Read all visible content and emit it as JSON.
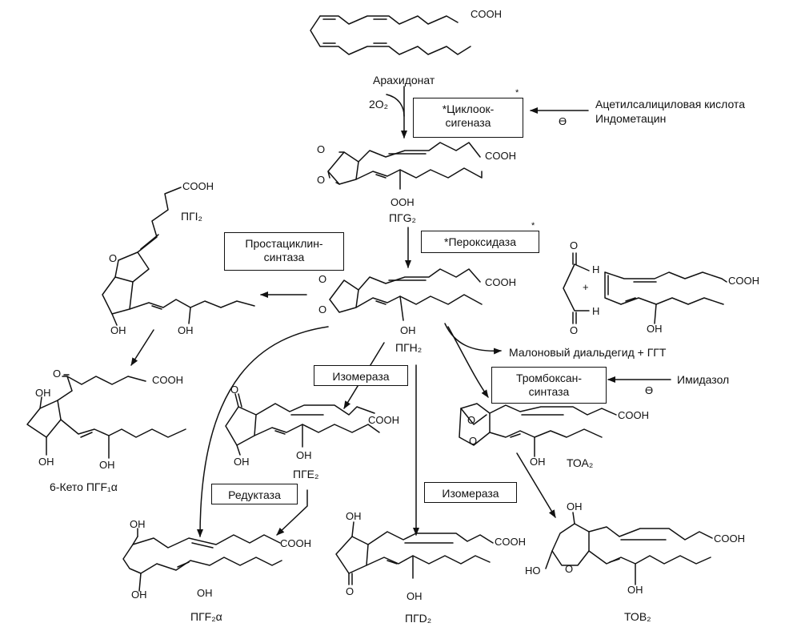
{
  "labels": {
    "arachidonate": "Арахидонат",
    "o2": "2O₂",
    "pgg2": "ПГG₂",
    "pgh2": "ПГН₂",
    "pgi2": "ПГI₂",
    "keto": "6-Кето ПГF₁α",
    "pge2": "ПГЕ₂",
    "pgf2a": "ПГF₂α",
    "pgd2": "ПГD₂",
    "txa2": "ТОА₂",
    "txb2": "ТОВ₂",
    "aspirin": "Ацетилсалициловая кислота",
    "indomethacin": "Индометацин",
    "mda": "Малоновый диальдегид + ГГТ",
    "imidazole": "Имидазол",
    "plus": "+",
    "inhibit": "Ө"
  },
  "enzymes": {
    "cox_line1": "*Циклоок-",
    "cox_line2": "сигеназа",
    "peroxidase": "*Пероксидаза",
    "prostacyclin_line1": "Простациклин-",
    "prostacyclin_line2": "синтаза",
    "isomerase_e": "Изомераза",
    "isomerase_d": "Изомераза",
    "reductase": "Редуктаза",
    "thromboxane_line1": "Тромбоксан-",
    "thromboxane_line2": "синтаза",
    "star": "*"
  },
  "groups": {
    "cooh": "COOH",
    "ooh": "OOH",
    "oh": "OH",
    "o": "O",
    "h": "H",
    "ho": "HO"
  }
}
